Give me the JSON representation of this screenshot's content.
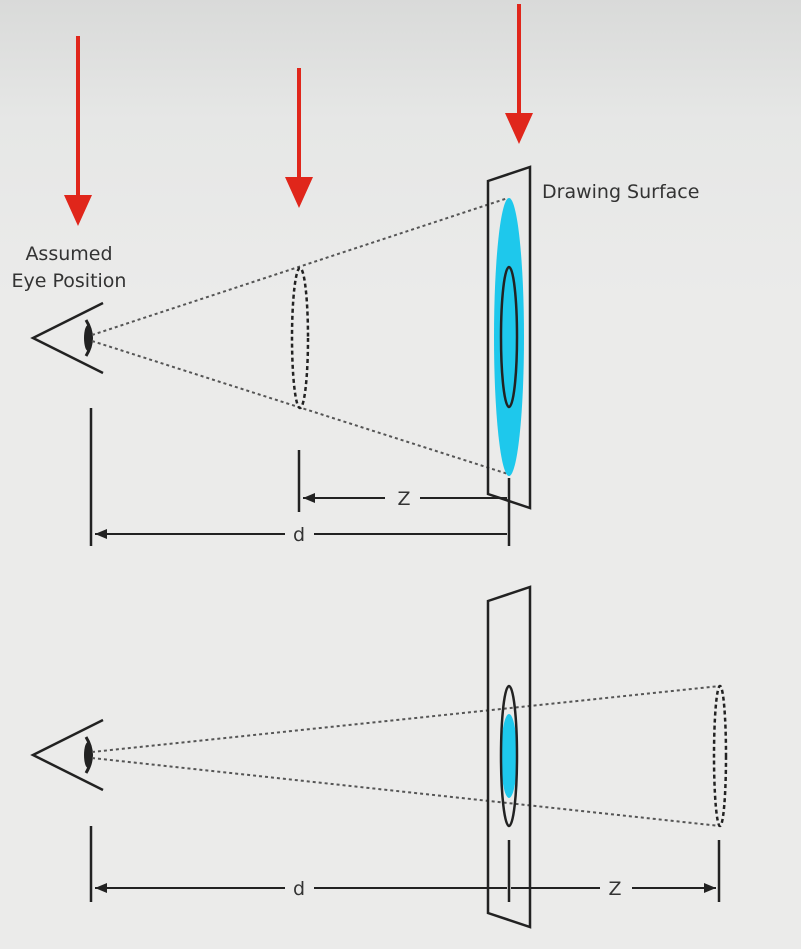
{
  "labels": {
    "eye_line1": "Assumed",
    "eye_line2": "Eye Position",
    "drawing_surface": "Drawing Surface",
    "top_z": "Z",
    "top_d": "d",
    "bottom_d": "d",
    "bottom_z": "Z"
  },
  "colors": {
    "arrow": "#e0261b",
    "highlight": "#1ec8ec",
    "line": "#222222",
    "background": "#ebebea"
  },
  "icons": {
    "eye": "eye-icon"
  }
}
